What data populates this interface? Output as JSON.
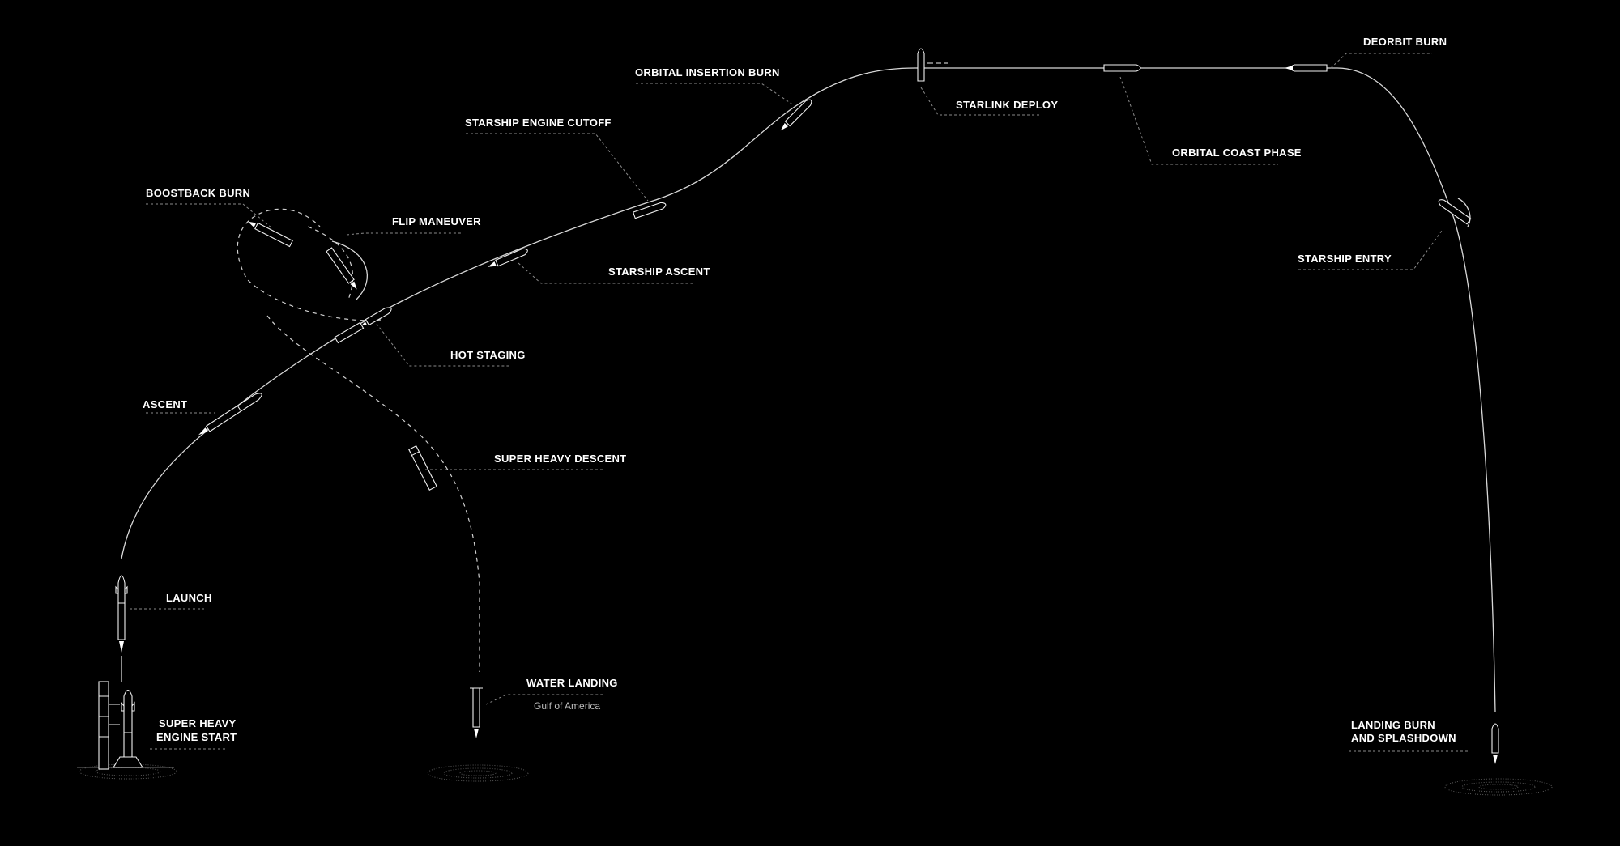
{
  "diagram": {
    "labels": {
      "super_heavy_engine_start_line1": "SUPER HEAVY",
      "super_heavy_engine_start_line2": "ENGINE START",
      "launch": "LAUNCH",
      "ascent": "ASCENT",
      "hot_staging": "HOT STAGING",
      "boostback_burn": "BOOSTBACK BURN",
      "flip_maneuver": "FLIP MANEUVER",
      "super_heavy_descent": "SUPER HEAVY DESCENT",
      "water_landing": "WATER LANDING",
      "water_landing_location": "Gulf of America",
      "starship_ascent": "STARSHIP ASCENT",
      "starship_engine_cutoff": "STARSHIP ENGINE CUTOFF",
      "orbital_insertion_burn": "ORBITAL INSERTION BURN",
      "starlink_deploy": "STARLINK DEPLOY",
      "orbital_coast_phase": "ORBITAL COAST PHASE",
      "deorbit_burn": "DEORBIT BURN",
      "starship_entry": "STARSHIP ENTRY",
      "landing_burn_line1": "LANDING BURN",
      "landing_burn_line2": "AND SPLASHDOWN"
    },
    "colors": {
      "background": "#000000",
      "line": "#d8d8d8",
      "label": "#ffffff",
      "leader": "#8a8a8a"
    },
    "icons": {
      "launch_tower": "launch-tower-icon",
      "rocket": "rocket-icon",
      "booster": "booster-icon",
      "starship": "starship-icon",
      "splash": "splash-ring-icon",
      "heat_shield": "entry-plasma-icon"
    }
  }
}
